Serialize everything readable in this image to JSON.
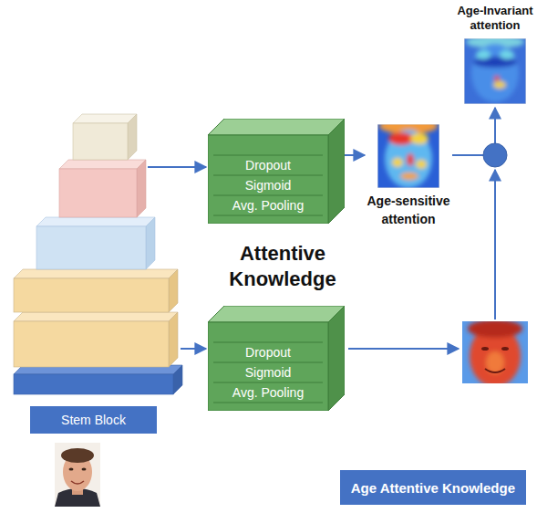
{
  "diagram": {
    "nodes": [
      {
        "text": [
          "Age-Invariant attention"
        ]
      },
      {
        "text": [
          "Dropout",
          "Sigmoid",
          "Avg. Pooling"
        ]
      },
      {
        "text": [
          "Age-sensitive attention"
        ]
      },
      {
        "text": [
          "Dropout",
          "Sigmoid",
          "Avg. Pooling"
        ]
      },
      {
        "text": [
          "Stem Block"
        ]
      },
      {
        "text": [
          "Age Attentive Knowledge"
        ]
      }
    ],
    "edges": [
      {
        "from": 1,
        "to": 2,
        "arrow": "to"
      },
      {
        "from": 2,
        "to": 0,
        "arrow": "to"
      }
    ],
    "labels": [
      "Attentive Knowledge"
    ]
  }
}
